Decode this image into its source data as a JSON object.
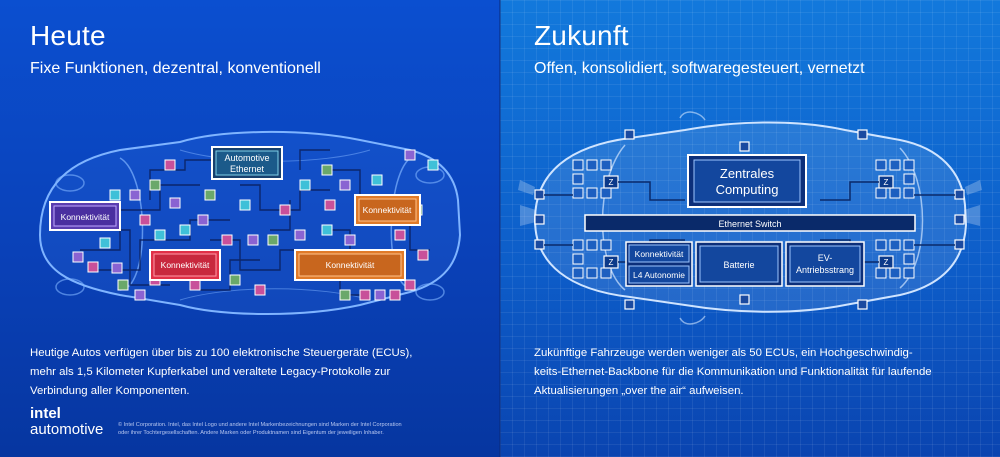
{
  "left": {
    "title": "Heute",
    "subtitle": "Fixe Funktionen, dezentral, konventionell",
    "labels": {
      "automotive_ethernet_1": "Automotive",
      "automotive_ethernet_2": "Ethernet",
      "konnektivitaet_1": "Konnektivität",
      "konnektivitaet_2": "Konnektivität",
      "konnektivitaet_3": "Konnektivität",
      "konnektivitaet_4": "Konnektivität"
    },
    "description_lines": [
      "Heutige Autos verfügen über bis zu 100 elektronische Steuergeräte (ECUs),",
      "mehr als 1,5 Kilometer Kupferkabel und veraltete Legacy-Protokolle zur",
      "Verbindung aller Komponenten."
    ],
    "logo_line1": "intel",
    "logo_line2": "automotive",
    "legal_line1": "© Intel Corporation. Intel, das Intel Logo und andere Intel Markenbezeichnungen sind Marken der Intel Corporation",
    "legal_line2": "oder ihrer Tochtergesellschaften. Andere Marken oder Produktnamen sind Eigentum der jeweiligen Inhaber."
  },
  "right": {
    "title": "Zukunft",
    "subtitle": "Offen, konsolidiert, softwaregesteuert, vernetzt",
    "labels": {
      "zentrales_1": "Zentrales",
      "zentrales_2": "Computing",
      "ethernet_switch": "Ethernet Switch",
      "konnektivitaet": "Konnektivität",
      "l4_autonomie": "L4 Autonomie",
      "batterie": "Batterie",
      "ev_1": "EV-",
      "ev_2": "Antriebsstrang",
      "zone": "Z"
    },
    "description_lines": [
      "Zukünftige Fahrzeuge werden weniger als 50 ECUs, ein Hochgeschwindig-",
      "keits-Ethernet-Backbone für die Kommunikation und Funktionalität für laufende",
      "Aktualisierungen „over the air“ aufweisen."
    ]
  },
  "colors": {
    "ecu_purple": "#8a63d2",
    "ecu_pink": "#c8509a",
    "ecu_cyan": "#3fc0d8",
    "ecu_green": "#6aa86a",
    "orange": "#e07a28",
    "red": "#e03048",
    "teal": "#2f8fa8"
  }
}
